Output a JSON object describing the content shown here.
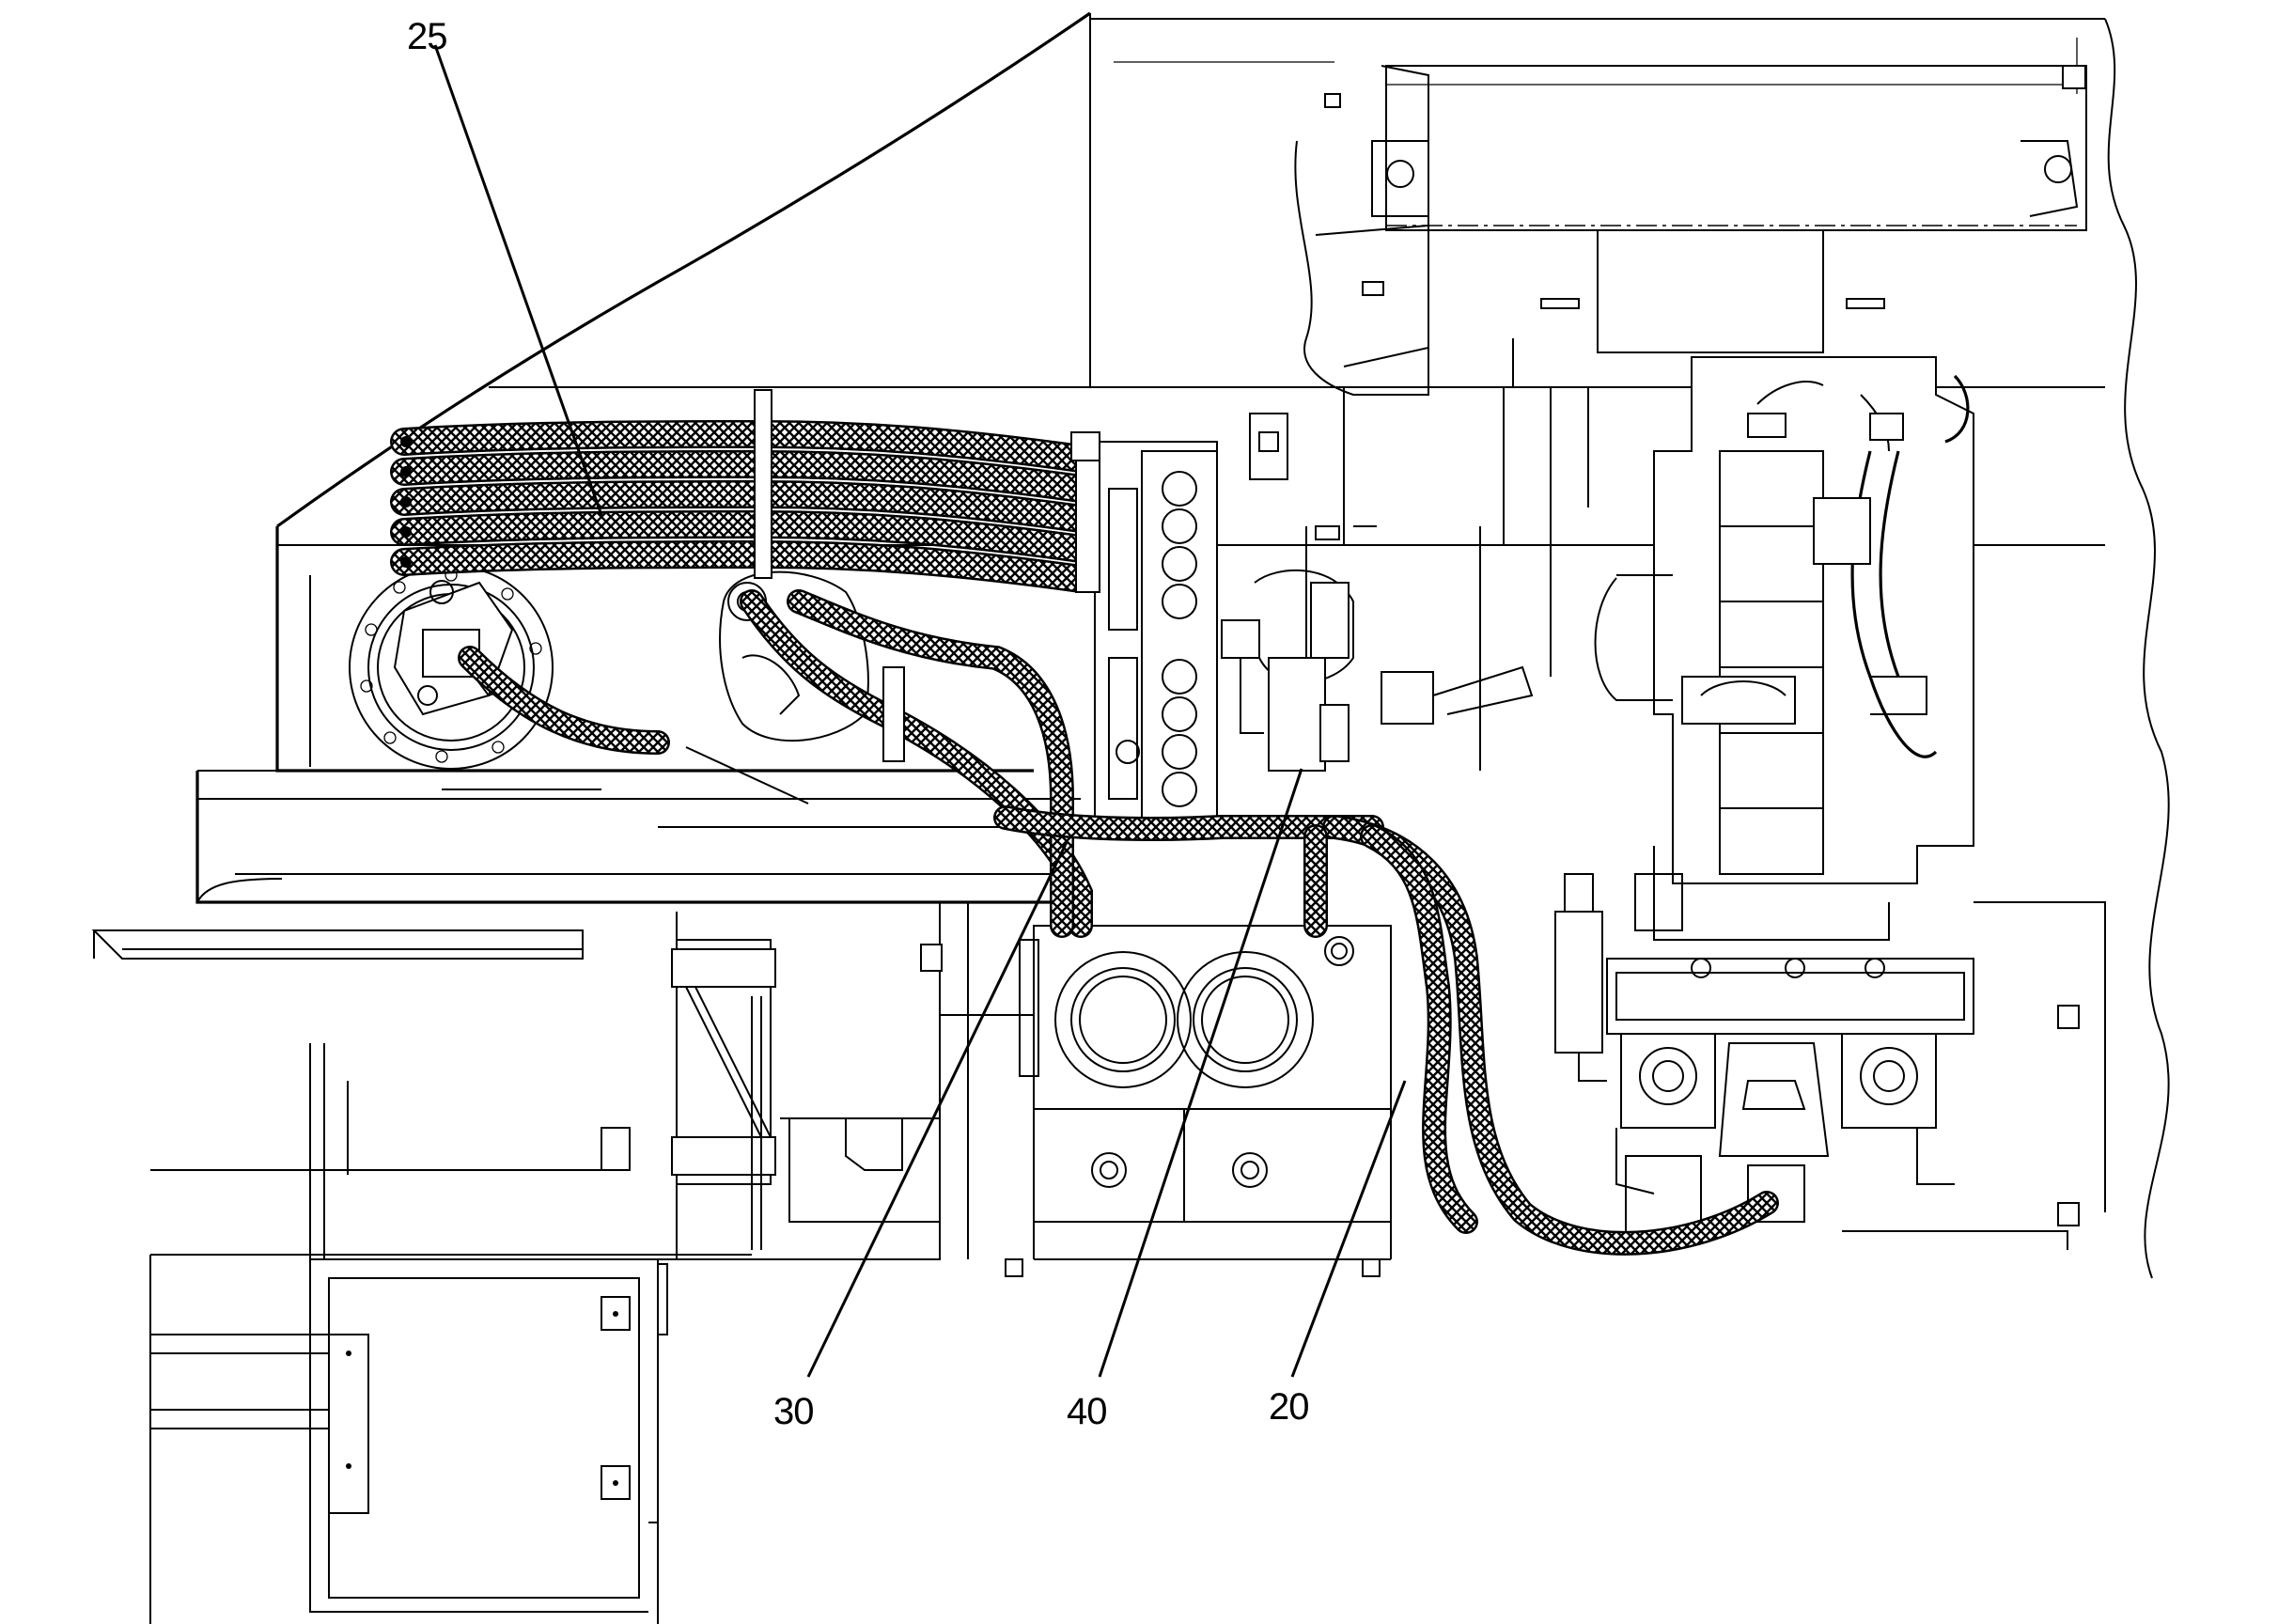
{
  "callouts": [
    {
      "id": "25",
      "label": "25"
    },
    {
      "id": "30",
      "label": "30"
    },
    {
      "id": "40",
      "label": "40"
    },
    {
      "id": "20",
      "label": "20"
    }
  ],
  "colors": {
    "line": "#000000",
    "background": "#ffffff"
  }
}
